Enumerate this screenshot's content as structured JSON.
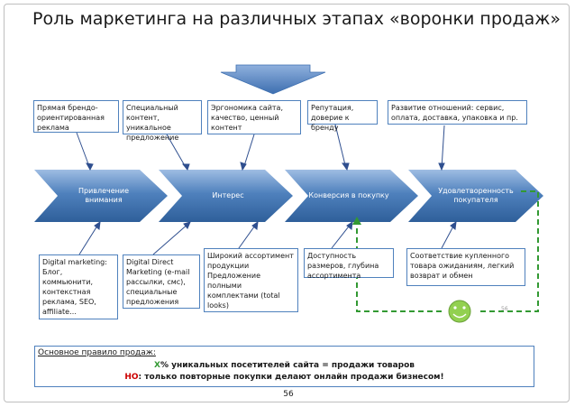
{
  "title": "Роль маркетинга на различных этапах «воронки продаж»",
  "top_boxes": [
    "Прямая брендо-ориентированная реклама",
    "Специальный контент, уникальное предложение",
    "Эргономика сайта, качество, ценный контент",
    "Репутация, доверие к бренду",
    "Развитие отношений: сервис, оплата, доставка, упаковка и пр."
  ],
  "stages": [
    "Привлечение внимания",
    "Интерес",
    "Конверсия в покупку",
    "Удовлетворенность покупателя"
  ],
  "bottom_boxes": [
    "Digital marketing: Блог, коммьюнити, контекстная реклама, SEO, affiliate…",
    "Digital Direct Marketing (e-mail рассылки, смс), специальные предложения",
    "Широкий ассортимент продукции Предложение полными комплектами (total looks)",
    "Доступность размеров, глубина ассортимента",
    "Соответствие купленного товара ожиданиям, легкий возврат и обмен"
  ],
  "rule": {
    "title": "Основное правило продаж:",
    "x_symbol": "X",
    "line1": "% уникальных посетителей сайта = продажи товаров",
    "no_label": "НО",
    "line2": ": только повторные покупки делают онлайн продажи бизнесом!"
  },
  "small_number": "56",
  "page_number": "56",
  "colors": {
    "funnel_blue": "#4f81bd",
    "box_border": "#4f81bd",
    "loop_green": "#339933",
    "smiley": "#92d050",
    "accent_red": "#cc0000"
  },
  "icons": [
    "arrow-down-icon",
    "smiley-icon"
  ]
}
